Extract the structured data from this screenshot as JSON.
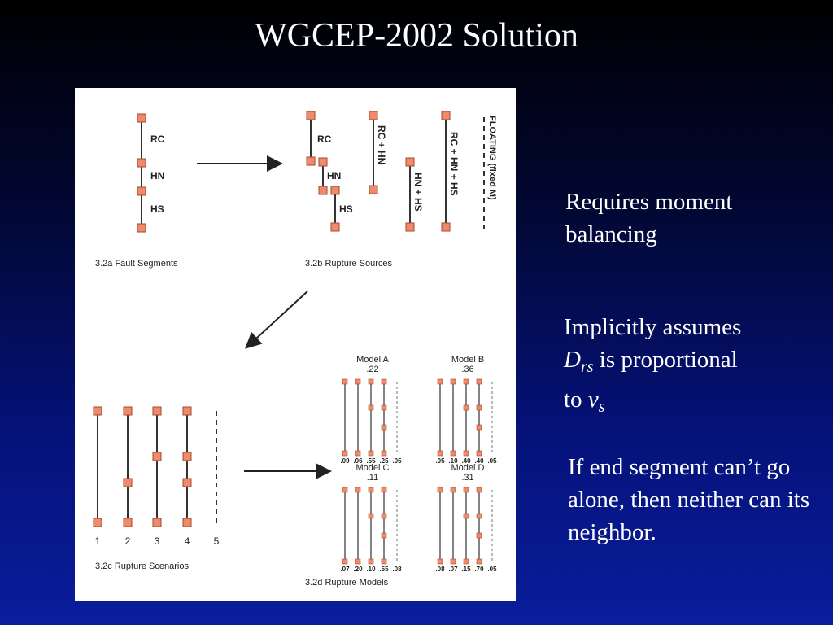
{
  "slide": {
    "title": "WGCEP-2002 Solution"
  },
  "notes": {
    "note1": "Requires moment balancing",
    "note2_a": "Implicitly assumes",
    "note2_d": "D",
    "note2_d_sub": "rs",
    "note2_b": "is proportional",
    "note2_c": "to",
    "note2_v": "v",
    "note2_v_sub": "s",
    "note3": "If end segment can’t go alone, then neither can its neighbor."
  },
  "figure": {
    "p32a": {
      "caption": "3.2a  Fault Segments",
      "labels": [
        "RC",
        "HN",
        "HS"
      ]
    },
    "p32b": {
      "caption": "3.2b  Rupture Sources",
      "labels": [
        "RC",
        "HN",
        "HS"
      ],
      "rotated": [
        "RC + HN",
        "HN + HS",
        "RC + HN + HS",
        "FLOATING  (fixed M)"
      ]
    },
    "p32c": {
      "caption": "3.2c  Rupture Scenarios",
      "numbers": [
        "1",
        "2",
        "3",
        "4",
        "5"
      ]
    },
    "p32d": {
      "caption": "3.2d  Rupture Models",
      "models": [
        {
          "name": "Model A",
          "weight": ".22",
          "values": [
            ".09",
            ".06",
            ".55",
            ".25",
            ".05"
          ]
        },
        {
          "name": "Model B",
          "weight": ".36",
          "values": [
            ".05",
            ".10",
            ".40",
            ".40",
            ".05"
          ]
        },
        {
          "name": "Model C",
          "weight": ".11",
          "values": [
            ".07",
            ".20",
            ".10",
            ".55",
            ".08"
          ]
        },
        {
          "name": "Model D",
          "weight": ".31",
          "values": [
            ".08",
            ".07",
            ".15",
            ".70",
            ".05"
          ]
        }
      ]
    },
    "colors": {
      "node": "#f08a6a",
      "node_stroke": "#a04a30",
      "line": "#333333"
    }
  }
}
